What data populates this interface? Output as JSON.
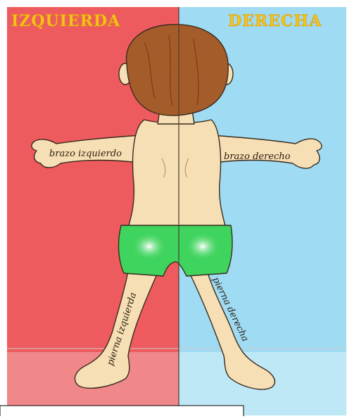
{
  "panels": {
    "left_title": "IZQUIERDA",
    "right_title": "DERECHA",
    "left_color": "#ee5b5e",
    "left_floor_color": "#f0888a",
    "right_color": "#9fdcf3",
    "right_floor_color": "#bfe8f7",
    "title_color": "#f6c21a"
  },
  "labels": {
    "left_arm": "brazo izquierdo",
    "right_arm": "brazo derecho",
    "left_leg": "pierna izquierda",
    "right_leg": "pierna derecha"
  },
  "colors": {
    "skin": "#f6dfb5",
    "hair": "#a55c2b",
    "shorts": "#3fd45e",
    "outline": "#3a2b1e"
  }
}
